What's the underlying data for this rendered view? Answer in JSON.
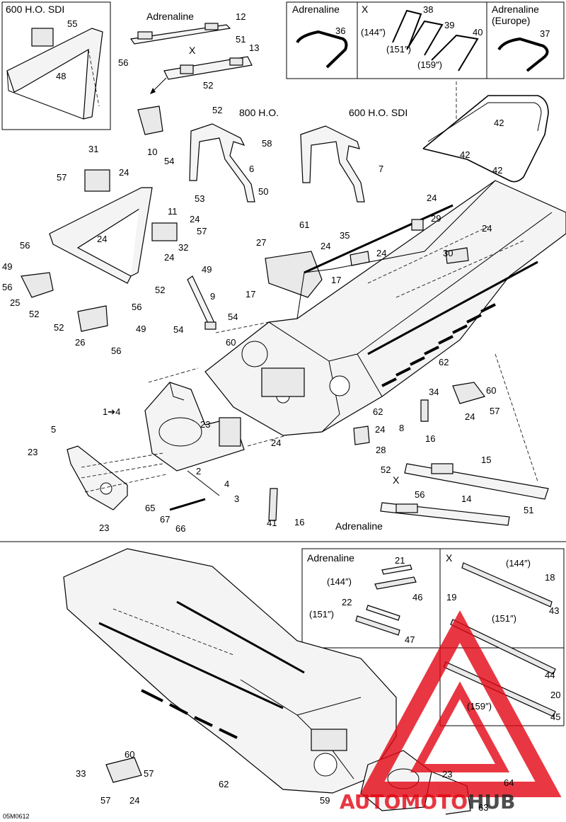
{
  "captions": {
    "c600sdi_top": "600 H.O. SDI",
    "adrenaline_12": "Adrenaline",
    "x_13": "X",
    "inset_adrenaline": "Adrenaline",
    "inset_x": "X",
    "inset_adrenaline_europe_1": "Adrenaline",
    "inset_adrenaline_europe_2": "(Europe)",
    "len144_a": "(144″)",
    "len151_a": "(151″)",
    "len159_a": "(159″)",
    "c800ho": "800 H.O.",
    "c600sdi_mid": "600 H.O. SDI",
    "adrenaline_14": "Adrenaline",
    "x_15": "X",
    "bottom_adrenaline": "Adrenaline",
    "bottom_x": "X",
    "len144_b": "(144″)",
    "len151_b": "(151″)",
    "len144_c": "(144″)",
    "len151_c": "(151″)",
    "len159_c": "(159″)",
    "ref14": "1➔4",
    "figure_code": "05M0612"
  },
  "part_numbers": {
    "p55": "55",
    "p48": "48",
    "p12": "12",
    "p51a": "51",
    "p13": "13",
    "p56a": "56",
    "p52a": "52",
    "p38": "38",
    "p36": "36",
    "p39": "39",
    "p40": "40",
    "p37": "37",
    "p10": "10",
    "p52b": "52",
    "p58": "58",
    "p6": "6",
    "p54a": "54",
    "p53": "53",
    "p50": "50",
    "p7": "7",
    "p42a": "42",
    "p42b": "42",
    "p42c": "42",
    "p31": "31",
    "p57a": "57",
    "p24a": "24",
    "p11": "11",
    "p24b": "24",
    "p24c": "24",
    "p57b": "57",
    "p32": "32",
    "p24d": "24",
    "p56b": "56",
    "p49a": "49",
    "p56c": "56",
    "p25": "25",
    "p52c": "52",
    "p49b": "49",
    "p52d": "52",
    "p9": "9",
    "p54b": "54",
    "p54c": "54",
    "p60a": "60",
    "p56d": "56",
    "p52e": "52",
    "p49c": "49",
    "p26": "26",
    "p56e": "56",
    "p61": "61",
    "p27": "27",
    "p35": "35",
    "p24e": "24",
    "p24f": "24",
    "p17a": "17",
    "p17b": "17",
    "p24g": "24",
    "p29": "29",
    "p24h": "24",
    "p30": "30",
    "p62a": "62",
    "p34": "34",
    "p60b": "60",
    "p57c": "57",
    "p24i": "24",
    "p62b": "62",
    "p8": "8",
    "p16a": "16",
    "p24j": "24",
    "p28": "28",
    "p5": "5",
    "p23a": "23",
    "p23b": "23",
    "p23c": "23",
    "p24k": "24",
    "p2": "2",
    "p4": "4",
    "p3": "3",
    "p65": "65",
    "p67": "67",
    "p66": "66",
    "p52f": "52",
    "p15": "15",
    "p56f": "56",
    "p51b": "51",
    "p14": "14",
    "p41": "41",
    "p16b": "16",
    "p21": "21",
    "p46": "46",
    "p22": "22",
    "p47": "47",
    "p18": "18",
    "p43": "43",
    "p19": "19",
    "p44": "44",
    "p20": "20",
    "p45": "45",
    "p60c": "60",
    "p57d": "57",
    "p33": "33",
    "p57e": "57",
    "p24l": "24",
    "p62c": "62",
    "p59": "59",
    "p23d": "23",
    "p64": "64",
    "p63": "63"
  },
  "watermark": {
    "brand_1": "AUTOMOTO",
    "brand_2": "HUB",
    "color": "#e30613"
  }
}
